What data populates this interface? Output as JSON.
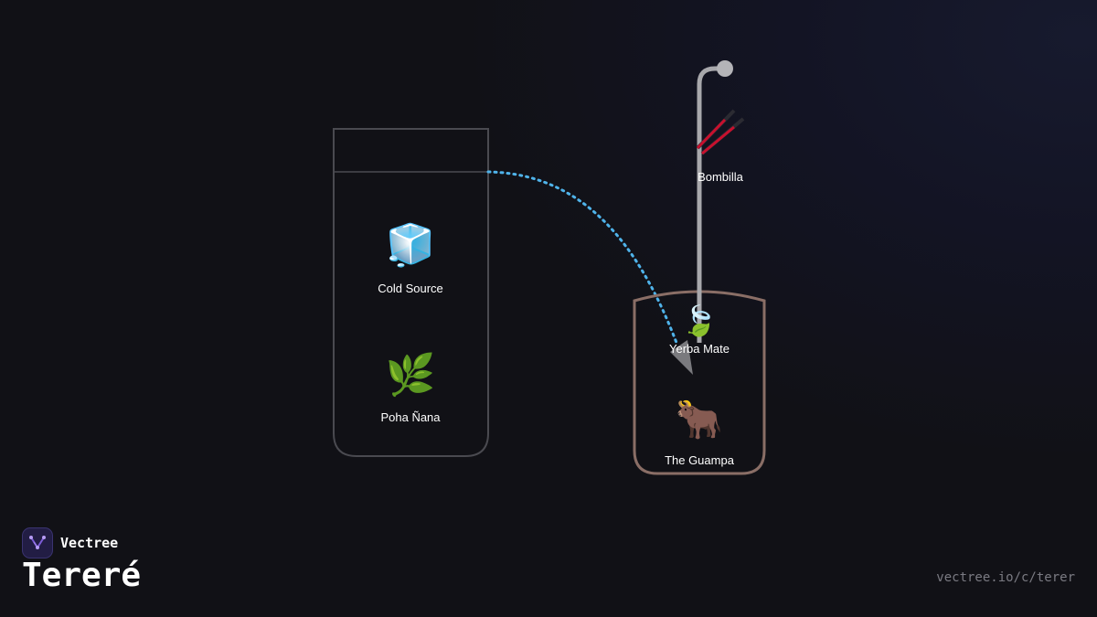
{
  "brand": {
    "name": "Vectree",
    "accent_color": "#7c5cd6"
  },
  "title": "Tereré",
  "url": "vectree.io/c/terer",
  "diagram": {
    "left_container": {
      "nodes": [
        {
          "label": "Cold Source",
          "icon": "ice-cube-icon",
          "glyph": "🧊"
        },
        {
          "label": "Poha Ñana",
          "icon": "herb-icon",
          "glyph": "🌿"
        }
      ]
    },
    "right_container": {
      "nodes": [
        {
          "label": "Yerba Mate",
          "icon": "leaf-icon",
          "glyph": "🍃"
        },
        {
          "label": "The Guampa",
          "icon": "ox-icon",
          "glyph": "🐂"
        }
      ]
    },
    "bombilla": {
      "label": "Bombilla"
    },
    "flow": {
      "from": "Cold Source",
      "to": "Yerba Mate",
      "color": "#4fb3ea"
    },
    "colors": {
      "left_container_stroke": "#4a4a50",
      "guampa_stroke": "#8a6e66",
      "bombilla_stroke": "#a8a8ac",
      "bombilla_accent": "#c8102e"
    }
  }
}
